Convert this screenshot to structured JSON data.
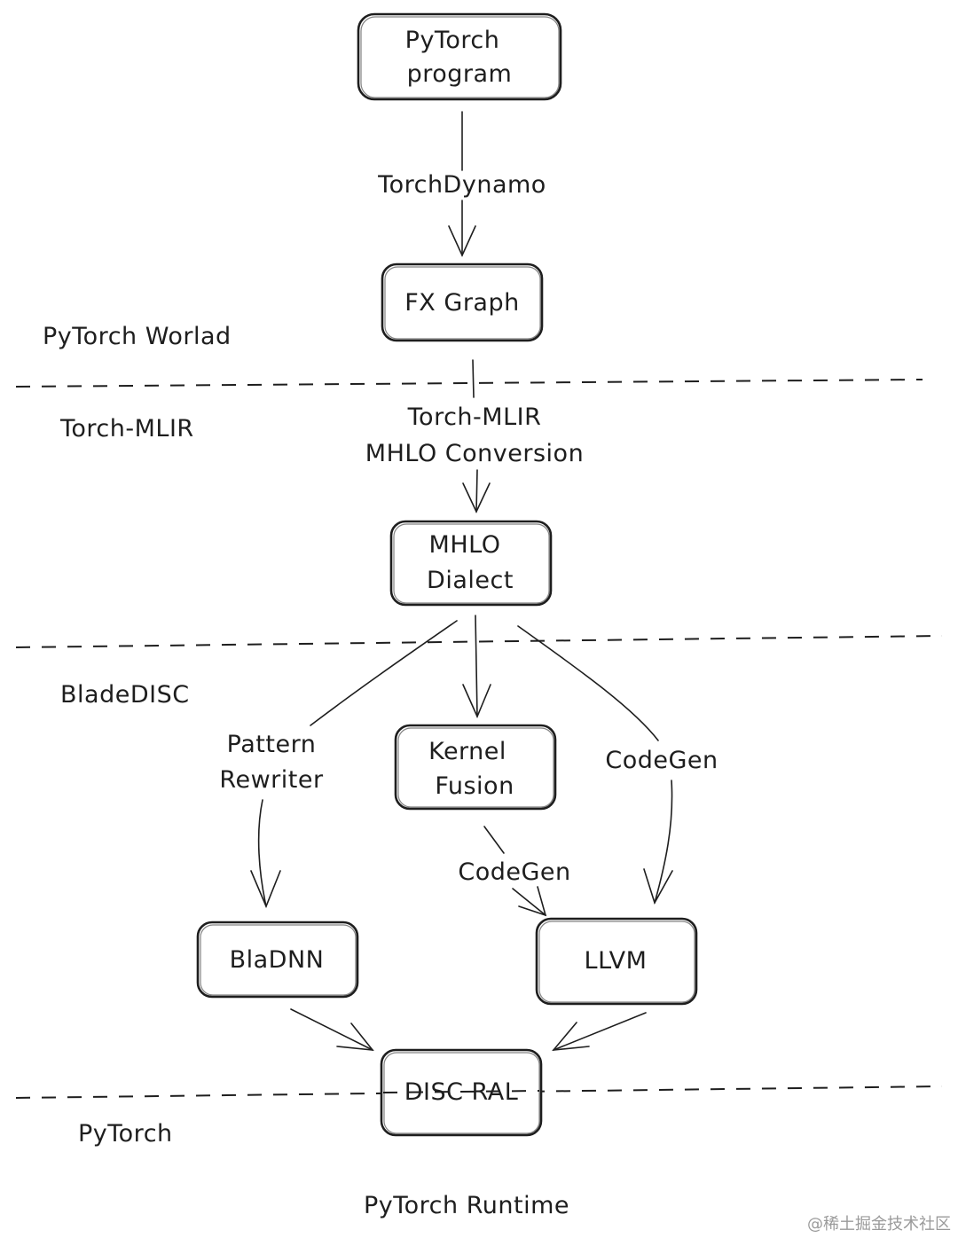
{
  "nodes": {
    "pytorch_program": {
      "line1": "PyTorch",
      "line2": "program"
    },
    "fx_graph": {
      "label": "FX Graph"
    },
    "mhlo_dialect": {
      "line1": "MHLO",
      "line2": "Dialect"
    },
    "kernel_fusion": {
      "line1": "Kernel",
      "line2": "Fusion"
    },
    "bladnn": {
      "label": "BlaDNN"
    },
    "llvm": {
      "label": "LLVM"
    },
    "disc_ral": {
      "label": "DISC RAL"
    }
  },
  "edge_labels": {
    "torchdynamo": "TorchDynamo",
    "torch_mlir_conv_line1": "Torch-MLIR",
    "torch_mlir_conv_line2": "MHLO Conversion",
    "pattern_rewriter_line1": "Pattern",
    "pattern_rewriter_line2": "Rewriter",
    "codegen_right": "CodeGen",
    "codegen_middle": "CodeGen"
  },
  "regions": {
    "pytorch_world": "PyTorch Worlad",
    "torch_mlir": "Torch-MLIR",
    "bladedisc": "BladeDISC",
    "pytorch": "PyTorch"
  },
  "footer": {
    "runtime": "PyTorch Runtime",
    "watermark": "@稀土掘金技术社区"
  }
}
